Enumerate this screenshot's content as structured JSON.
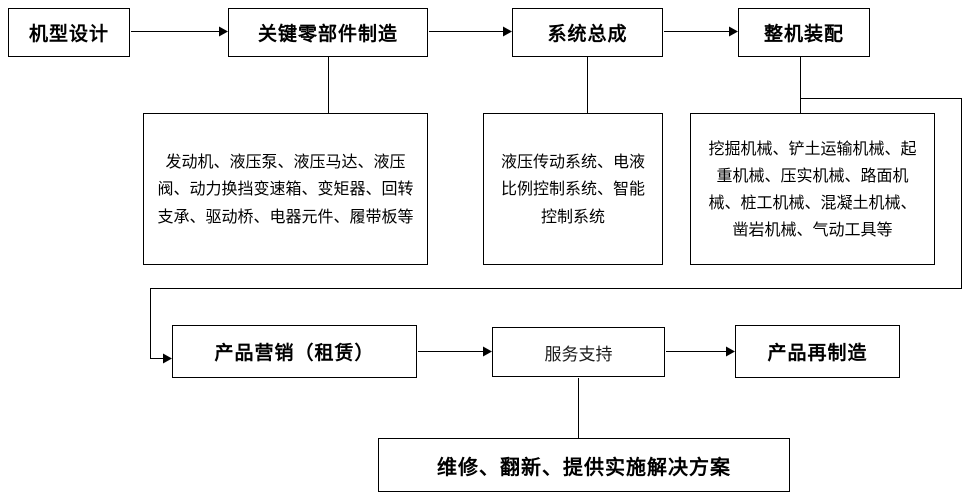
{
  "nodes": {
    "model_design": {
      "label": "机型设计"
    },
    "key_components": {
      "label": "关键零部件制造"
    },
    "system_assembly": {
      "label": "系统总成"
    },
    "machine_assembly": {
      "label": "整机装配"
    },
    "components_detail": {
      "label": "发动机、液压泵、液压马达、液压阀、动力换挡变速箱、变矩器、回转支承、驱动桥、电器元件、履带板等"
    },
    "system_detail": {
      "label": "液压传动系统、电液比例控制系统、智能控制系统"
    },
    "machines_detail": {
      "label": "挖掘机械、铲土运输机械、起重机械、压实机械、路面机械、桩工机械、混凝土机械、凿岩机械、气动工具等"
    },
    "product_marketing": {
      "label": "产品营销（租赁）"
    },
    "service_support": {
      "label": "服务支持"
    },
    "product_remanufacturing": {
      "label": "产品再制造"
    },
    "service_detail": {
      "label": "维修、翻新、提供实施解决方案"
    }
  },
  "colors": {
    "background": "#ffffff",
    "border": "#000000",
    "line": "#000000",
    "text": "#000000"
  }
}
